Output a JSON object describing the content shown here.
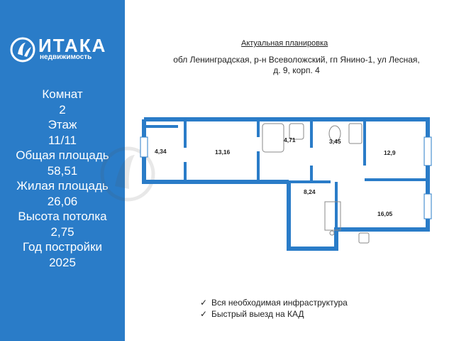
{
  "brand": {
    "name": "ИТАКА",
    "subtitle": "недвижимость"
  },
  "facts": [
    {
      "label": "Комнат",
      "value": "2"
    },
    {
      "label": "Этаж",
      "value": "11/11"
    },
    {
      "label": "Общая площадь",
      "value": "58,51"
    },
    {
      "label": "Жилая площадь",
      "value": "26,06"
    },
    {
      "label": "Высота потолка",
      "value": "2,75"
    },
    {
      "label": "Год постройки",
      "value": "2025"
    }
  ],
  "plan": {
    "title": "Актуальная планировка",
    "address_line1": "обл Ленинградская, р-н Всеволожский, гп Янино-1, ул Лесная,",
    "address_line2": "д. 9, корп. 4",
    "rooms": [
      {
        "id": "balcony",
        "area": "4,34"
      },
      {
        "id": "room-1",
        "area": "13,16"
      },
      {
        "id": "bathroom",
        "area": "4,71"
      },
      {
        "id": "wc",
        "area": "3,45"
      },
      {
        "id": "room-2",
        "area": "12,9"
      },
      {
        "id": "hall",
        "area": "8,24"
      },
      {
        "id": "kitchen",
        "area": "16,05"
      }
    ]
  },
  "notes": {
    "check": "✓",
    "items": [
      "Вся необходимая инфраструктура",
      "Быстрый выезд на КАД"
    ]
  },
  "colors": {
    "sidebar": "#2a7cc8",
    "wall": "#2a7cc8",
    "text": "#222222"
  }
}
